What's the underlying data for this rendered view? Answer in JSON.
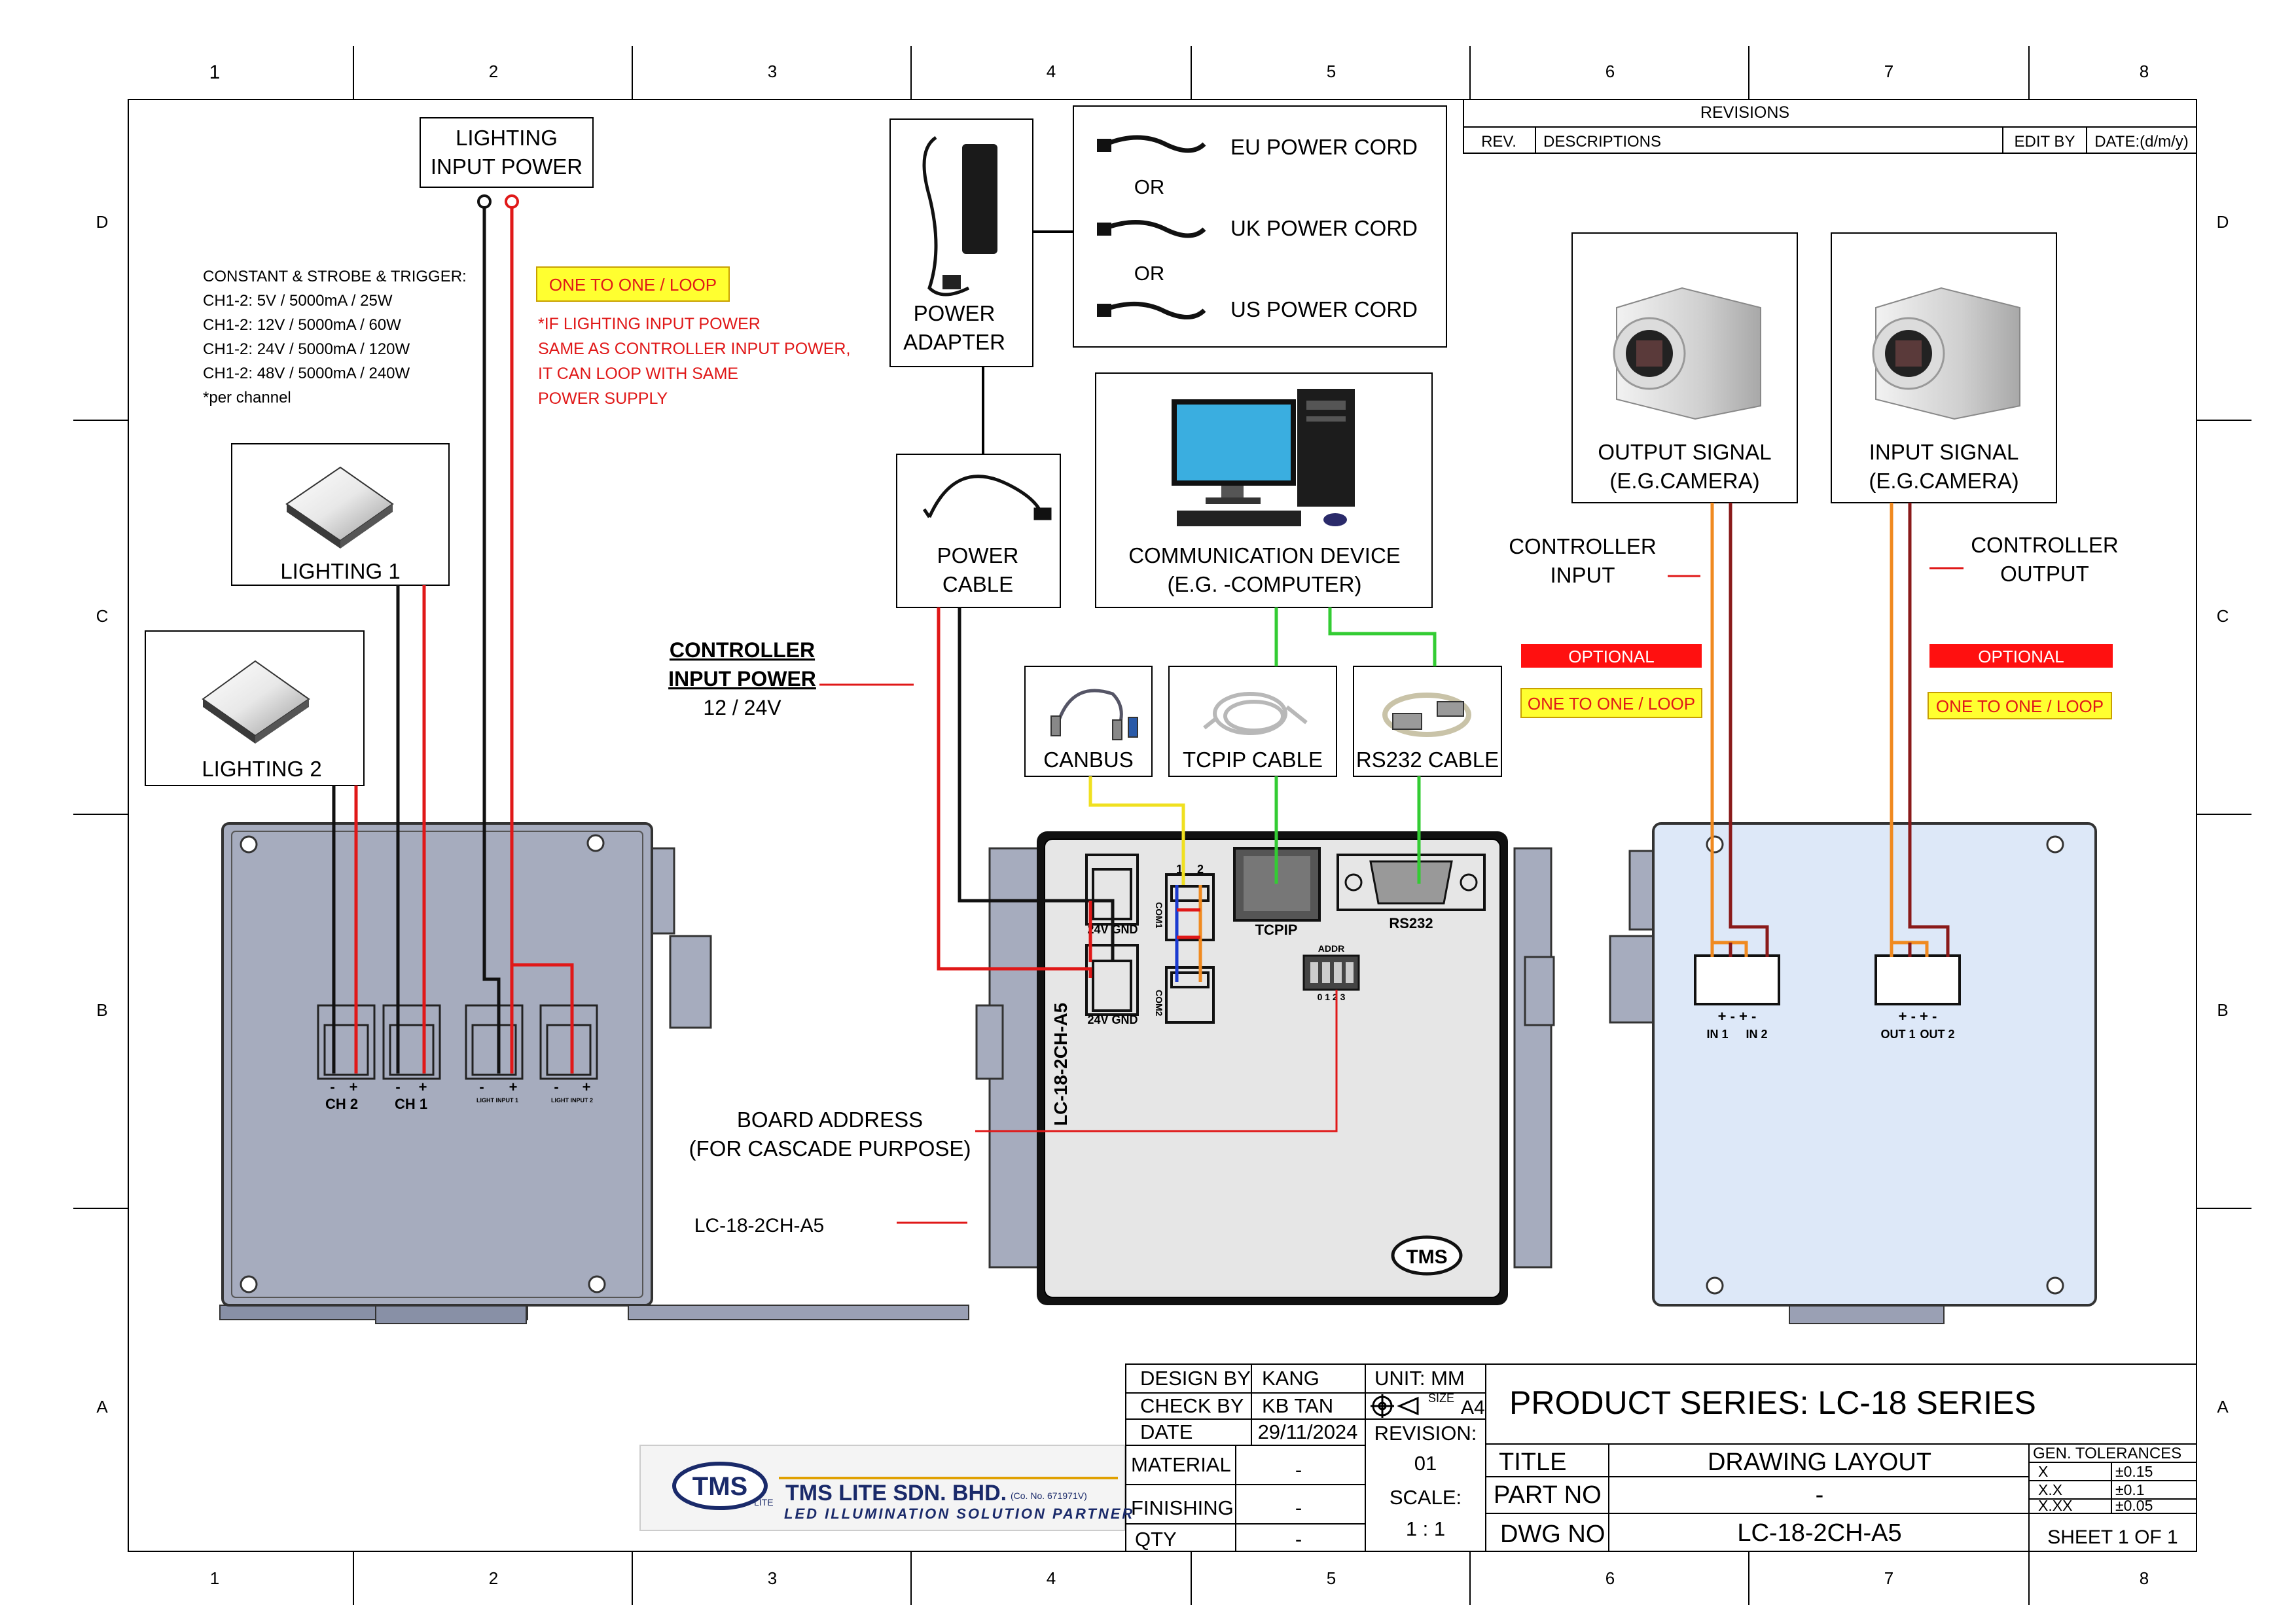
{
  "grid": {
    "cols": [
      "1",
      "2",
      "3",
      "4",
      "5",
      "6",
      "7",
      "8"
    ],
    "rows": [
      "D",
      "C",
      "B",
      "A"
    ]
  },
  "revisions": {
    "title": "REVISIONS",
    "headers": [
      "REV.",
      "DESCRIPTIONS",
      "EDIT BY",
      "DATE:(d/m/y)"
    ]
  },
  "lighting_input_power": [
    "LIGHTING",
    "INPUT POWER"
  ],
  "lighting_specs": [
    "CONSTANT & STROBE & TRIGGER:",
    "CH1-2: 5V / 5000mA / 25W",
    "CH1-2: 12V / 5000mA / 60W",
    "CH1-2: 24V / 5000mA / 120W",
    "CH1-2: 48V / 5000mA / 240W",
    "*per channel"
  ],
  "loop_note": {
    "badge": "ONE TO ONE / LOOP",
    "lines": [
      "*IF LIGHTING INPUT POWER",
      "SAME AS CONTROLLER INPUT POWER,",
      "IT CAN LOOP WITH SAME",
      "POWER SUPPLY"
    ]
  },
  "lighting1": "LIGHTING 1",
  "lighting2": "LIGHTING 2",
  "power_adapter": [
    "POWER",
    "ADAPTER"
  ],
  "cords": {
    "eu": "EU POWER CORD",
    "or1": "OR",
    "uk": "UK POWER CORD",
    "or2": "OR",
    "us": "US POWER CORD"
  },
  "power_cable": [
    "POWER",
    "CABLE"
  ],
  "comm_device": [
    "COMMUNICATION DEVICE",
    "(E.G. -COMPUTER)"
  ],
  "controller_input_power": [
    "CONTROLLER",
    "INPUT POWER",
    "12 / 24V"
  ],
  "canbus": "CANBUS",
  "tcpip_cable": "TCPIP CABLE",
  "rs232_cable": "RS232 CABLE",
  "output_signal": [
    "OUTPUT SIGNAL",
    "(E.G.CAMERA)"
  ],
  "input_signal": [
    "INPUT SIGNAL",
    "(E.G.CAMERA)"
  ],
  "controller_input": [
    "CONTROLLER",
    "INPUT"
  ],
  "controller_output": [
    "CONTROLLER",
    "OUTPUT"
  ],
  "optional": "OPTIONAL",
  "one_to_one_loop": "ONE TO ONE / LOOP",
  "board_address": [
    "BOARD ADDRESS",
    "(FOR CASCADE PURPOSE)"
  ],
  "model_label": "LC-18-2CH-A5",
  "left_unit": {
    "ch2": "CH 2",
    "ch1": "CH 1",
    "light_in1": "LIGHT INPUT 1",
    "light_in2": "LIGHT INPUT 2",
    "polarity": [
      "-",
      "+"
    ]
  },
  "center_unit": {
    "grd1": "24V GND",
    "grd2": "24V GND",
    "com1": "COM1",
    "com2": "COM2",
    "pins": [
      "1",
      "2"
    ],
    "tcpip": "TCPIP",
    "rs232": "RS232",
    "addr": "ADDR",
    "addr_pins": "0 1 2 3",
    "side_model": "LC-18-2CH-A5",
    "logo": "TMS"
  },
  "right_unit": {
    "in1": "IN 1",
    "in2": "IN 2",
    "out1": "OUT 1",
    "out2": "OUT 2",
    "polarity": "+ - + -"
  },
  "title_block": {
    "design_by_label": "DESIGN BY",
    "design_by": "KANG",
    "check_by_label": "CHECK BY",
    "check_by": "KB TAN",
    "date_label": "DATE",
    "date": "29/11/2024",
    "material_label": "MATERIAL",
    "material": "-",
    "finishing_label": "FINISHING",
    "finishing": "-",
    "qty_label": "QTY",
    "qty": "-",
    "unit": "UNIT:  MM",
    "size_label": "SIZE",
    "size": "A4",
    "revision_label": "REVISION:",
    "revision": "01",
    "scale_label": "SCALE:",
    "scale": "1 : 1",
    "product_series": "PRODUCT SERIES: LC-18 SERIES",
    "title_label": "TITLE",
    "title": "DRAWING LAYOUT",
    "part_no_label": "PART NO",
    "part_no": "-",
    "dwg_no_label": "DWG NO",
    "dwg_no": "LC-18-2CH-A5",
    "tolerances_label": "GEN. TOLERANCES",
    "tolerances": [
      [
        "X",
        "±0.15"
      ],
      [
        "X.X",
        "±0.1"
      ],
      [
        "X.XX",
        "±0.05"
      ]
    ],
    "sheet": "SHEET 1 OF 1"
  },
  "company": {
    "logo": "TMS",
    "logo_sub": "LITE",
    "name": "TMS LITE SDN. BHD.",
    "reg": "(Co. No. 671971V)",
    "tagline": "LED ILLUMINATION SOLUTION PARTNER"
  },
  "colors": {
    "red": "#e01818",
    "green": "#33cc33",
    "yellow": "#f0e020",
    "orange": "#f08a20",
    "darkred": "#8a1a1a",
    "blue": "#1a3ad0",
    "unit_left": "#a6acbe",
    "unit_center": "#e6e6e6",
    "unit_right": "#dde8f8"
  }
}
